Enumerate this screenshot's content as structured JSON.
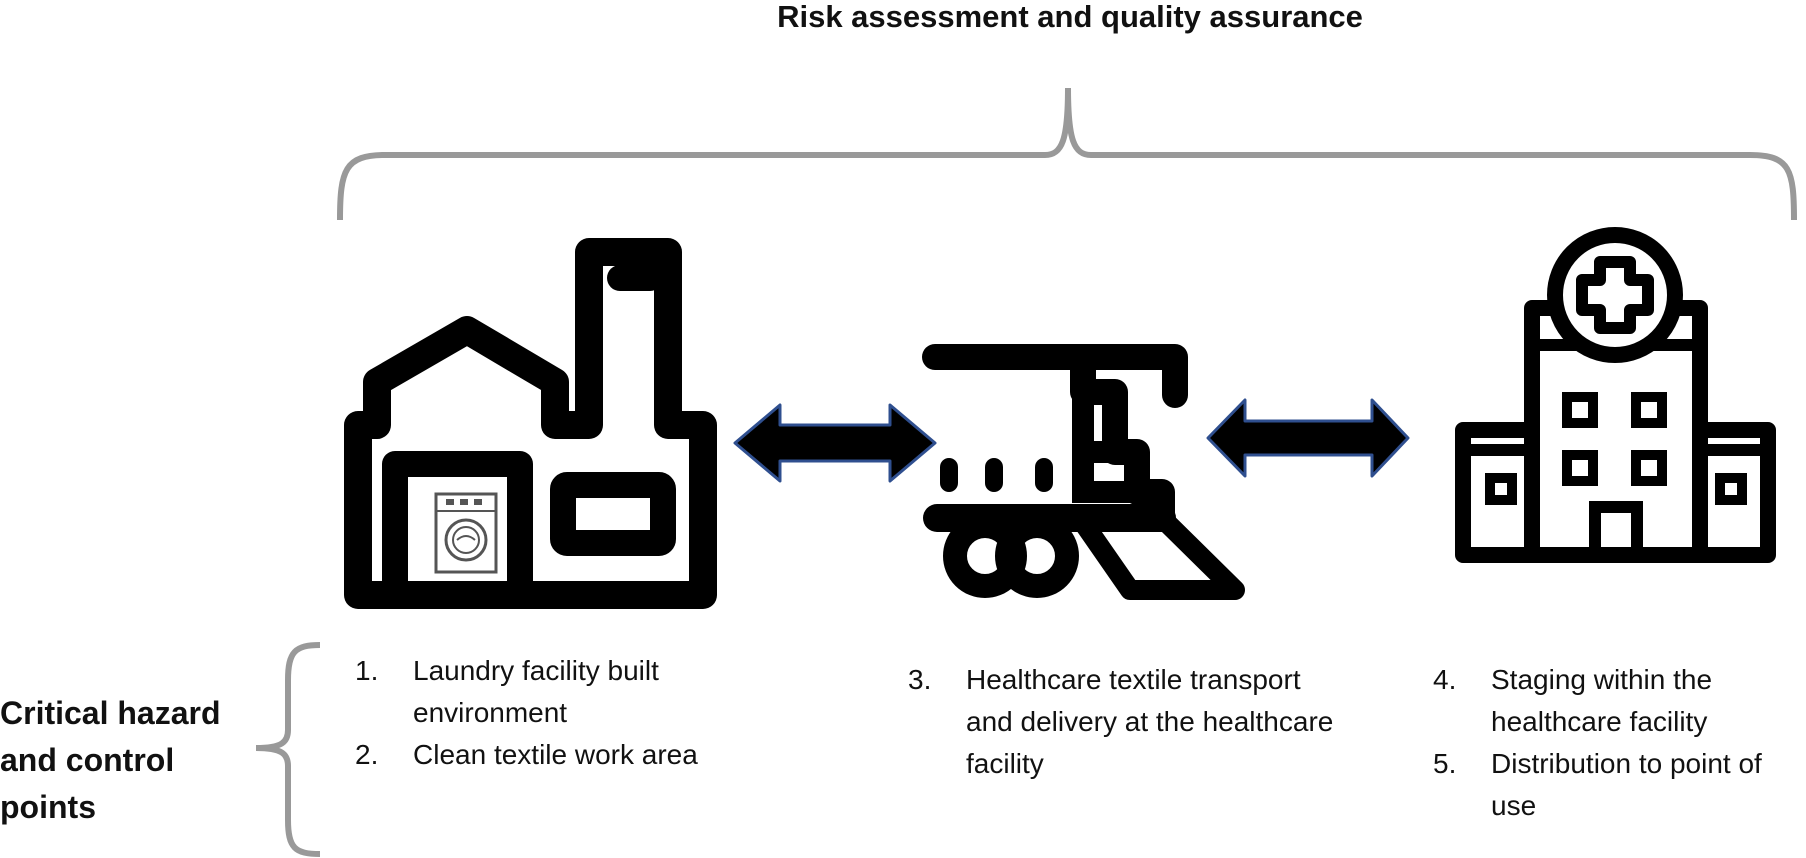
{
  "title": "Risk assessment and quality assurance",
  "side_label": "Critical hazard and control points",
  "stages": [
    {
      "icon": "laundry-factory-icon",
      "items": [
        {
          "number": "1.",
          "text": "Laundry facility built environment"
        },
        {
          "number": "2.",
          "text": "Clean textile work area"
        }
      ]
    },
    {
      "icon": "delivery-cart-icon",
      "items": [
        {
          "number": "3.",
          "text": "Healthcare textile transport and delivery at the healthcare facility"
        }
      ]
    },
    {
      "icon": "hospital-icon",
      "items": [
        {
          "number": "4.",
          "text": "Staging within the healthcare facility"
        },
        {
          "number": "5.",
          "text": "Distribution to point of use"
        }
      ]
    }
  ],
  "colors": {
    "icon": "#000000",
    "bracket": "#999999",
    "arrow_fill": "#000000",
    "arrow_outline": "#2f4f8f"
  }
}
